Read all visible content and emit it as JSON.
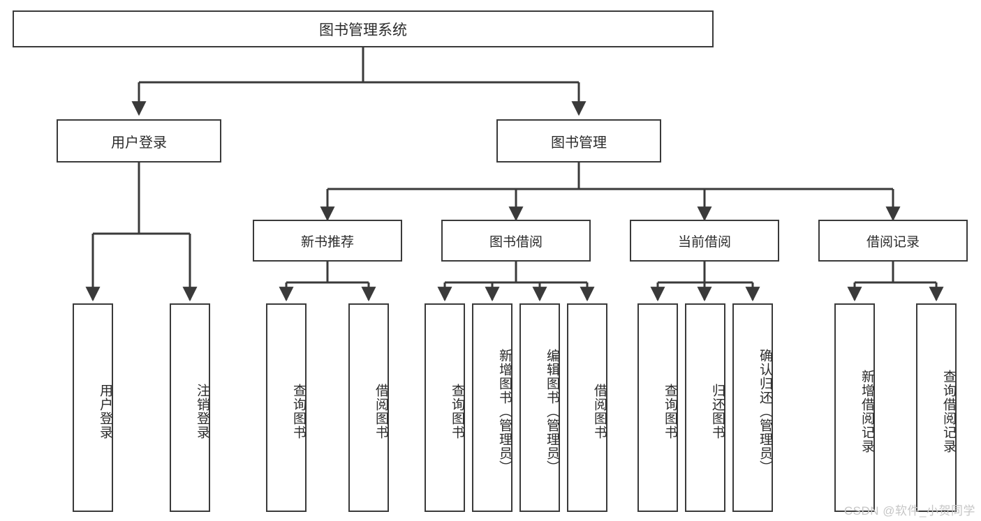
{
  "diagram": {
    "title": "图书管理系统",
    "type": "tree-hierarchy",
    "root": {
      "label": "图书管理系统"
    },
    "level1": [
      {
        "label": "用户登录"
      },
      {
        "label": "图书管理"
      }
    ],
    "level2": [
      {
        "label": "新书推荐"
      },
      {
        "label": "图书借阅"
      },
      {
        "label": "当前借阅"
      },
      {
        "label": "借阅记录"
      }
    ],
    "leaves": {
      "user_login": [
        {
          "label": "用户登录"
        },
        {
          "label": "注销登录"
        }
      ],
      "new_book_recommend": [
        {
          "label": "查询图书"
        },
        {
          "label": "借阅图书"
        }
      ],
      "book_borrow": [
        {
          "label": "查询图书"
        },
        {
          "label": "新增图书（管理员）"
        },
        {
          "label": "编辑图书（管理员）"
        },
        {
          "label": "借阅图书"
        }
      ],
      "current_borrow": [
        {
          "label": "查询图书"
        },
        {
          "label": "归还图书"
        },
        {
          "label": "确认归还（管理员）"
        }
      ],
      "borrow_record": [
        {
          "label": "新增借阅记录"
        },
        {
          "label": "查询借阅记录"
        }
      ]
    },
    "watermark": "CSDN @软件_小贺同学",
    "colors": {
      "stroke": "#3a3a3a",
      "text": "#2b2b2b",
      "background": "#ffffff",
      "watermark": "#c6c6c6"
    }
  }
}
